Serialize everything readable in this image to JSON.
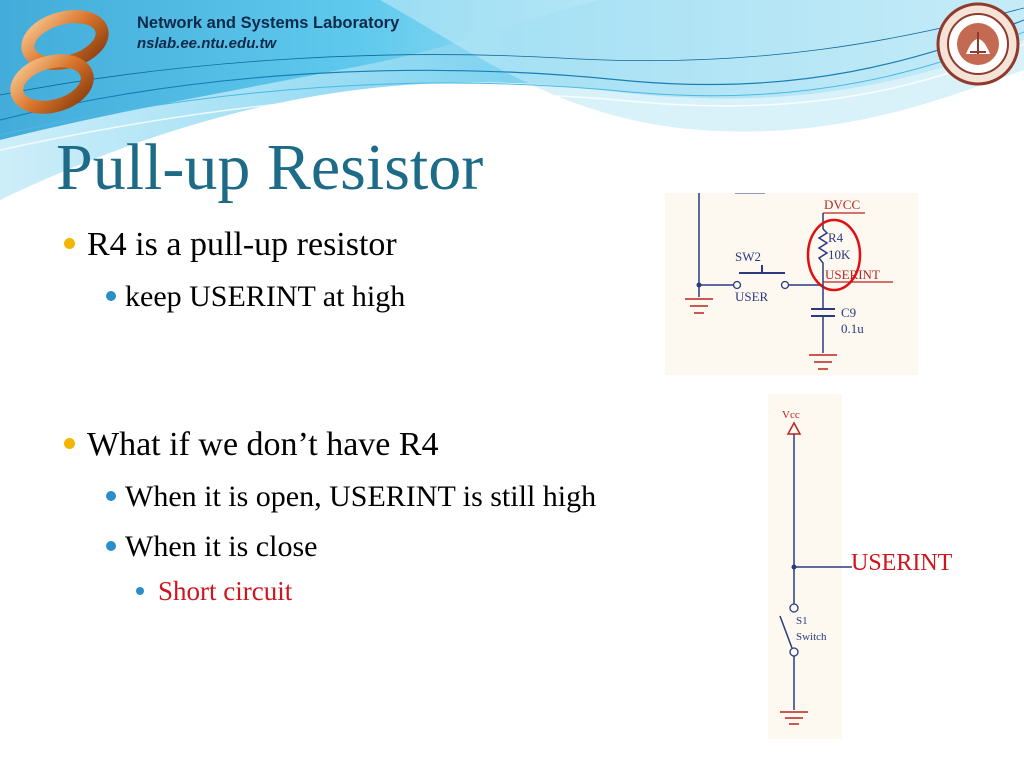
{
  "header": {
    "lab_name": "Network and Systems Laboratory",
    "lab_url": "nslab.ee.ntu.edu.tw",
    "colors": {
      "wave_light": "#bfe9f7",
      "wave_mid": "#56c4ea",
      "wave_dark": "#1f8fc6",
      "text": "#0d2a4a"
    },
    "logo_icon": "infinity-loop-logo",
    "seal_icon": "university-seal"
  },
  "title": "Pull-up Resistor",
  "bullets": {
    "item1": "R4 is a pull-up resistor",
    "item1_sub1": "keep USERINT at high",
    "item2": "What if we don’t have R4",
    "item2_sub1": "When it is open, USERINT is still high",
    "item2_sub2": "When it is close",
    "item2_sub2_sub1": "Short circuit"
  },
  "schematic_top": {
    "net_dvcc": "DVCC",
    "resistor_ref": "R4",
    "resistor_value": "10K",
    "net_userint": "USERINT",
    "switch_ref": "SW2",
    "switch_label": "USER",
    "cap_ref": "C9",
    "cap_value": "0.1u",
    "highlight_color": "#e01010"
  },
  "schematic_bottom": {
    "vcc_label": "Vcc",
    "switch_ref": "S1",
    "switch_label": "Switch",
    "userint_label": "USERINT"
  },
  "colors": {
    "title": "#1d6b86",
    "bullet_level1": "#f2b600",
    "bullet_level2": "#2a8fc8",
    "emphasis_red": "#d0141c"
  }
}
